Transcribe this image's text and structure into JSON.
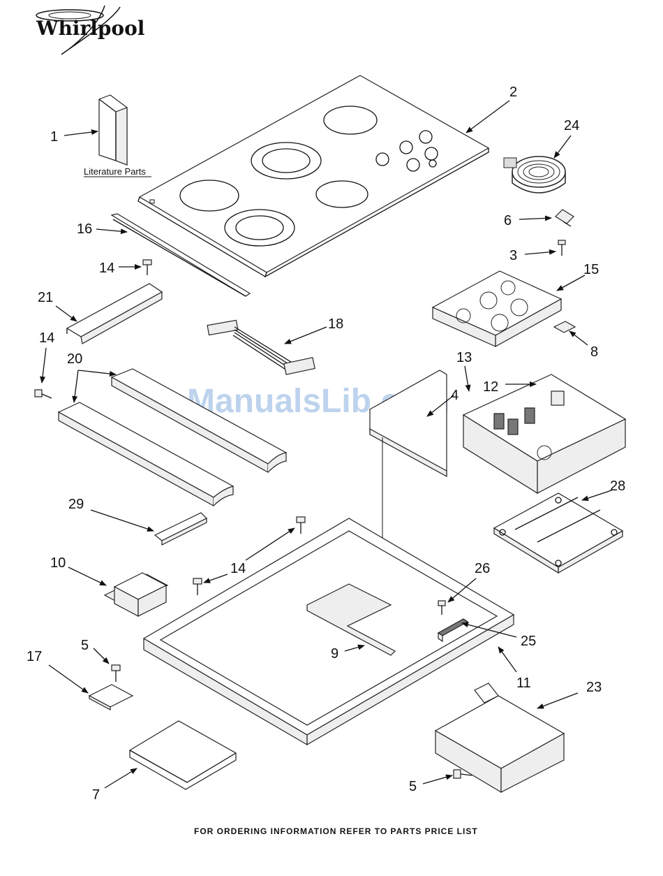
{
  "brand": {
    "logo_text": "Whirlpool"
  },
  "watermark": "ManualsLib.com",
  "literature_caption": "Literature Parts",
  "footer": "FOR ORDERING INFORMATION REFER TO PARTS PRICE LIST",
  "callouts": [
    "1",
    "2",
    "24",
    "16",
    "6",
    "3",
    "14",
    "15",
    "21",
    "18",
    "14",
    "20",
    "8",
    "13",
    "4",
    "12",
    "28",
    "29",
    "14",
    "10",
    "26",
    "25",
    "9",
    "11",
    "5",
    "17",
    "23",
    "7",
    "5"
  ]
}
